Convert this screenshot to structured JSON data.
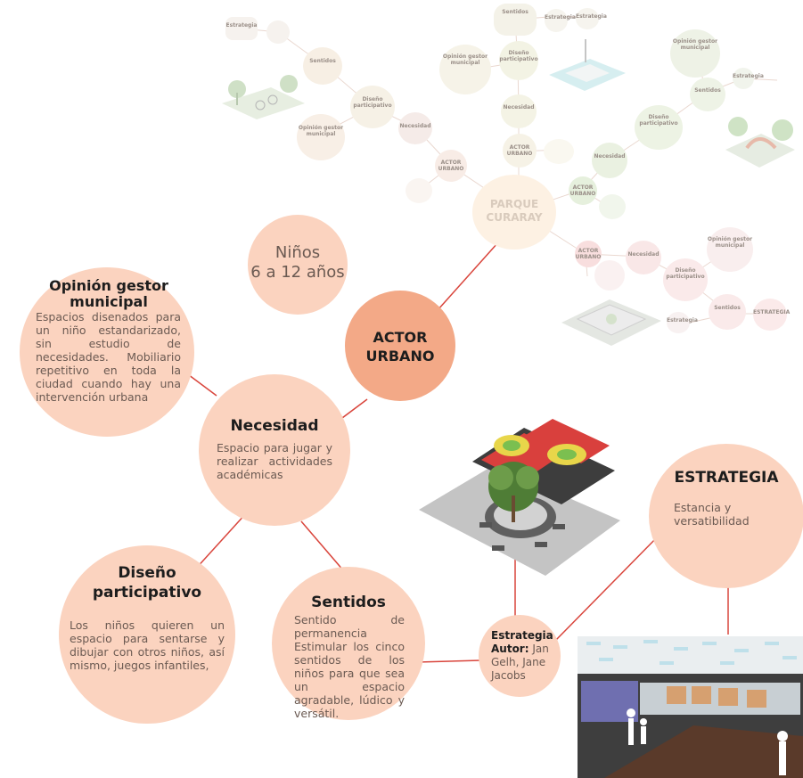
{
  "background_map": {
    "center_label": "PARQUE\nCURARAY",
    "faded_labels": [
      "Estrategia",
      "Sentidos",
      "Diseño participativo",
      "Opinión gestor municipal",
      "Necesidad",
      "ACTOR URBANO",
      "Sentidos",
      "Diseño participativo",
      "Opinión gestor municipal",
      "Necesidad",
      "ACTOR URBANO",
      "Estrategia",
      "Estrategia",
      "Opinión gestor municipal",
      "Sentidos",
      "Diseño participativo",
      "Necesidad",
      "ACTOR URBANO",
      "Estrategia",
      "ACTOR URBANO",
      "Necesidad",
      "Diseño participativo",
      "Opinión gestor municipal",
      "Sentidos",
      "ESTRATEGIA",
      "Estrategia"
    ]
  },
  "nodes": {
    "target": {
      "line1": "Niños",
      "line2": "6 a 12 años"
    },
    "actor": {
      "title": "ACTOR\nURBANO"
    },
    "opinion": {
      "title": "Opinión gestor municipal",
      "text": "Espacios disenados para un niño estandarizado, sin estudio de necesidades. Mobiliario repetitivo en toda la ciudad cuando hay una intervención urbana"
    },
    "necesidad": {
      "title": "Necesidad",
      "text": "Espacio para jugar y realizar actividades académicas"
    },
    "diseno": {
      "title": "Diseño participativo",
      "text": "Los niños quieren un espacio para sentarse y dibujar con otros niños, así mismo, juegos infantiles,"
    },
    "sentidos": {
      "title": "Sentidos",
      "text": "Sentido de permanencia\nEstimular los cinco sentidos de los niños para que sea un espacio agradable, lúdico y versátil."
    },
    "estrategia_autor": {
      "title": "Estrategia",
      "author_label": "Autor:",
      "author_names": "Jan Gelh, Jane Jacobs"
    },
    "estrategia": {
      "title": "ESTRATEGIA",
      "text": "Estancia y versatibilidad"
    }
  },
  "colors": {
    "bubble": "#fbd3bf",
    "actor": "#f3a987",
    "line": "#d9453c",
    "title": "#1d1d1d"
  }
}
